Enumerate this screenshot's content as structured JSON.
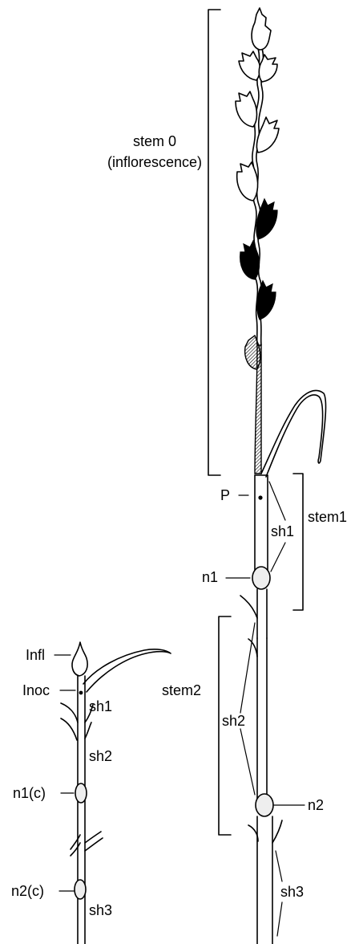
{
  "labels": {
    "stem0_line1": "stem 0",
    "stem0_line2": "(inflorescence)",
    "p": "P",
    "stem1": "stem1",
    "sh1_right": "sh1",
    "n1": "n1",
    "stem2": "stem2",
    "sh2_right": "sh2",
    "n2": "n2",
    "sh3_right": "sh3",
    "infl": "Infl",
    "inoc": "Inoc",
    "sh1_left": "sh1",
    "sh2_left": "sh2",
    "n1c": "n1(c)",
    "n2c": "n2(c)",
    "sh3_left": "sh3"
  },
  "spikelets": {
    "white_count": 6,
    "black_count": 3,
    "hatched_count": 1
  }
}
